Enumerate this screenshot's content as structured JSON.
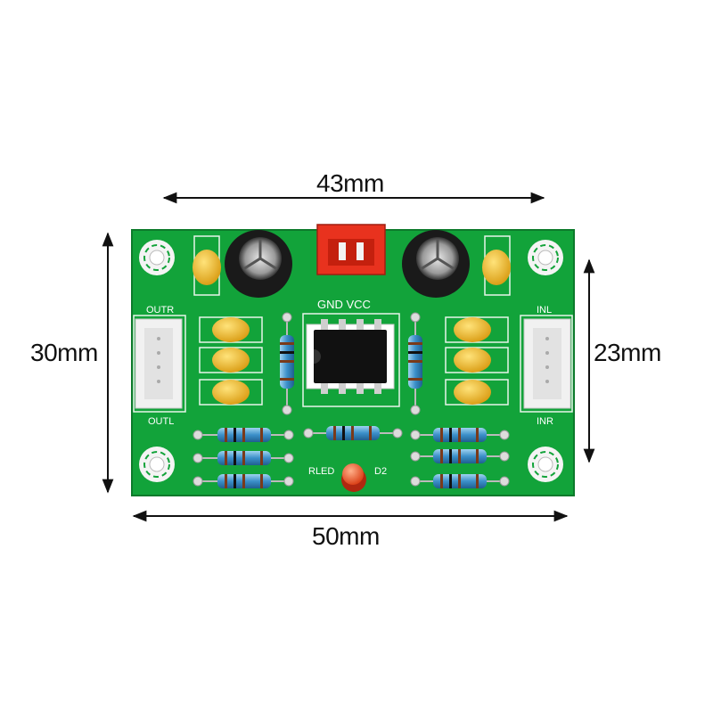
{
  "dimensions": {
    "top": "43mm",
    "bottom": "50mm",
    "left": "30mm",
    "right": "23mm"
  },
  "board_labels": {
    "outr": "OUTR",
    "outl": "OUTL",
    "inl": "INL",
    "inr": "INR",
    "gnd_vcc": "GND  VCC",
    "led": "RLED",
    "d2": "D2"
  },
  "colors": {
    "pcb": "#12a33a",
    "arrow": "#111111"
  }
}
